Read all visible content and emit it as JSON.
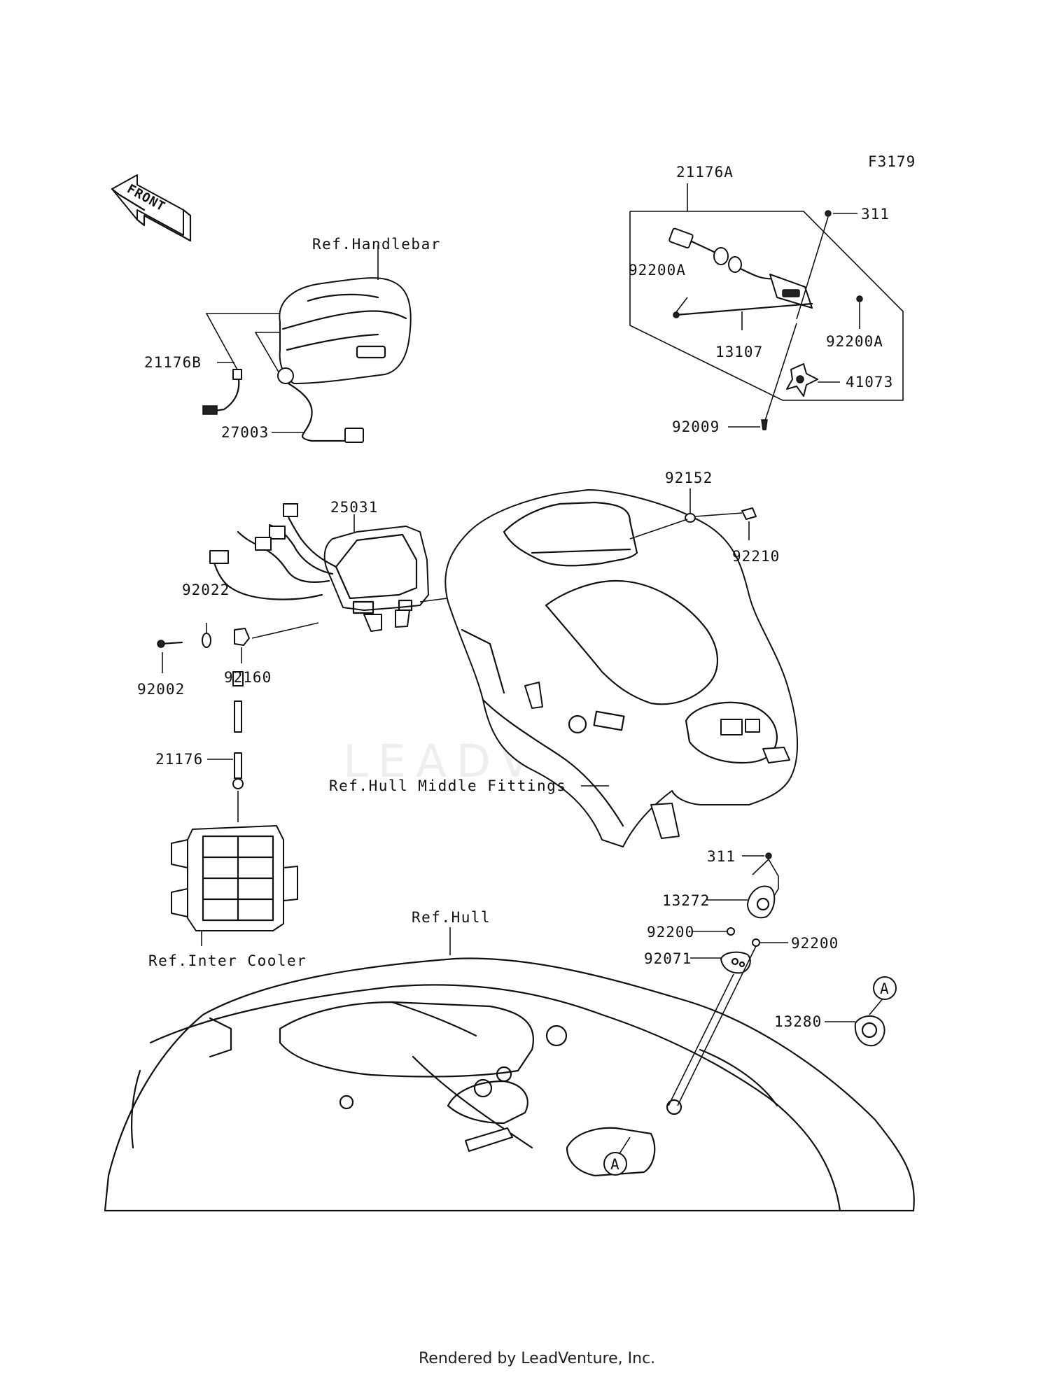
{
  "figure_code": "F3179",
  "front_arrow_label": "FRONT",
  "refs": {
    "handlebar": "Ref.Handlebar",
    "hull_middle": "Ref.Hull Middle Fittings",
    "inter_cooler": "Ref.Inter Cooler",
    "hull": "Ref.Hull"
  },
  "callout_marker": "A",
  "parts": {
    "p21176A": "21176A",
    "p311_top": "311",
    "p92200A_left": "92200A",
    "p92200A_right": "92200A",
    "p13107": "13107",
    "p41073": "41073",
    "p92009": "92009",
    "p21176B": "21176B",
    "p27003": "27003",
    "p25031": "25031",
    "p92152": "92152",
    "p92210": "92210",
    "p92022": "92022",
    "p92160": "92160",
    "p92002": "92002",
    "p21176": "21176",
    "p311_bottom": "311",
    "p13272": "13272",
    "p92200_left": "92200",
    "p92200_right": "92200",
    "p92071": "92071",
    "p13280": "13280"
  },
  "watermark": "LEADVENTURE",
  "footer": "Rendered by LeadVenture, Inc."
}
